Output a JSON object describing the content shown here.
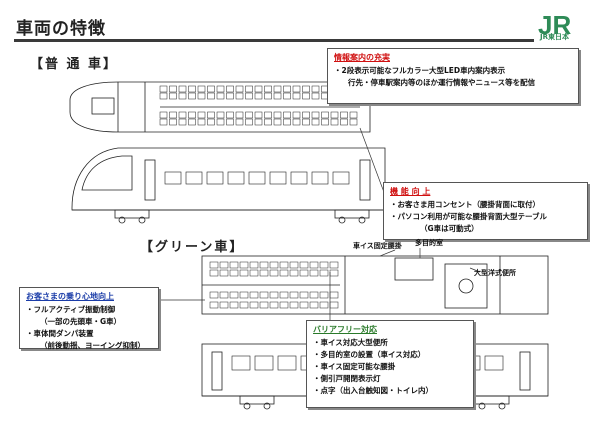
{
  "page": {
    "title": "車両の特徴",
    "brand": {
      "logo_text": "JR",
      "subtitle": "JR東日本",
      "color": "#2e8b57"
    }
  },
  "sections": {
    "regular_car": "【普 通 車】",
    "green_car": "【グリーン車】"
  },
  "callouts": {
    "info": {
      "heading": "情報案内の充実",
      "lines": [
        "・2段表示可能なフルカラー大型LED車内案内表示",
        "行先・停車駅案内等のほか運行情報やニュース等を配信"
      ],
      "heading_color": "#d01010"
    },
    "function": {
      "heading": "機 能 向 上",
      "lines": [
        "・お客さま用コンセント（腰掛背面に取付）",
        "・パソコン利用が可能な腰掛背面大型テーブル",
        "（G車は可動式）"
      ],
      "heading_color": "#d01010"
    },
    "ride": {
      "heading": "お客さまの乗り心地向上",
      "lines": [
        "・フルアクティブ振動制御",
        "（一部の先頭車・G車）",
        "・車体間ダンパ装置",
        "（前後動揺、ヨーイング抑制）"
      ],
      "heading_color": "#1a3ca8"
    },
    "barrier_free": {
      "heading": "バリアフリー対応",
      "lines": [
        "・車イス対応大型便所",
        "・多目的室の設置（車イス対応）",
        "・車イス固定可能な腰掛",
        "・側引戸開閉表示灯",
        "・点字（出入台触知図・トイレ内）"
      ],
      "heading_color": "#2a7a2a"
    }
  },
  "labels": {
    "wheelchair_seat": "車イス固定腰掛",
    "multipurpose_room": "多目的室",
    "large_toilet": "大型洋式便所"
  }
}
